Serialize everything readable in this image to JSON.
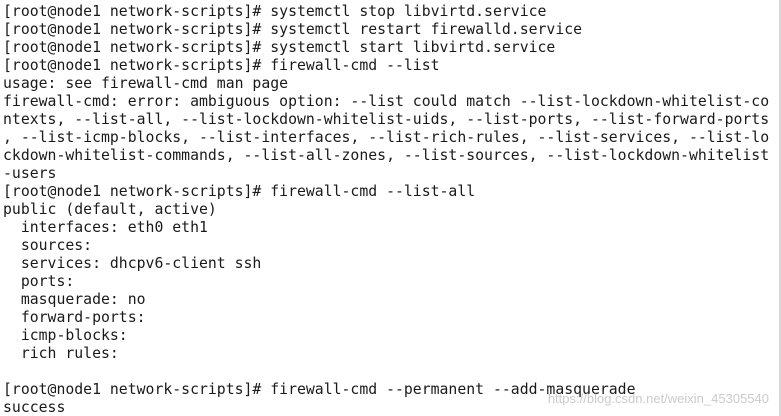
{
  "terminal": {
    "cutoff_top_line": "                                  ’",
    "lines": [
      "[root@node1 network-scripts]# systemctl stop libvirtd.service",
      "[root@node1 network-scripts]# systemctl restart firewalld.service",
      "[root@node1 network-scripts]# systemctl start libvirtd.service",
      "[root@node1 network-scripts]# firewall-cmd --list",
      "usage: see firewall-cmd man page",
      "firewall-cmd: error: ambiguous option: --list could match --list-lockdown-whitelist-co",
      "ntexts, --list-all, --list-lockdown-whitelist-uids, --list-ports, --list-forward-ports",
      ", --list-icmp-blocks, --list-interfaces, --list-rich-rules, --list-services, --list-lo",
      "ckdown-whitelist-commands, --list-all-zones, --list-sources, --list-lockdown-whitelist",
      "-users",
      "[root@node1 network-scripts]# firewall-cmd --list-all",
      "public (default, active)",
      "  interfaces: eth0 eth1",
      "  sources:",
      "  services: dhcpv6-client ssh",
      "  ports:",
      "  masquerade: no",
      "  forward-ports:",
      "  icmp-blocks:",
      "  rich rules:",
      "",
      "[root@node1 network-scripts]# firewall-cmd --permanent --add-masquerade",
      "success"
    ]
  },
  "watermark": "https://blog.csdn.net/weixin_45305540",
  "colors": {
    "background": "#ffffff",
    "text": "#1a1a1a"
  }
}
